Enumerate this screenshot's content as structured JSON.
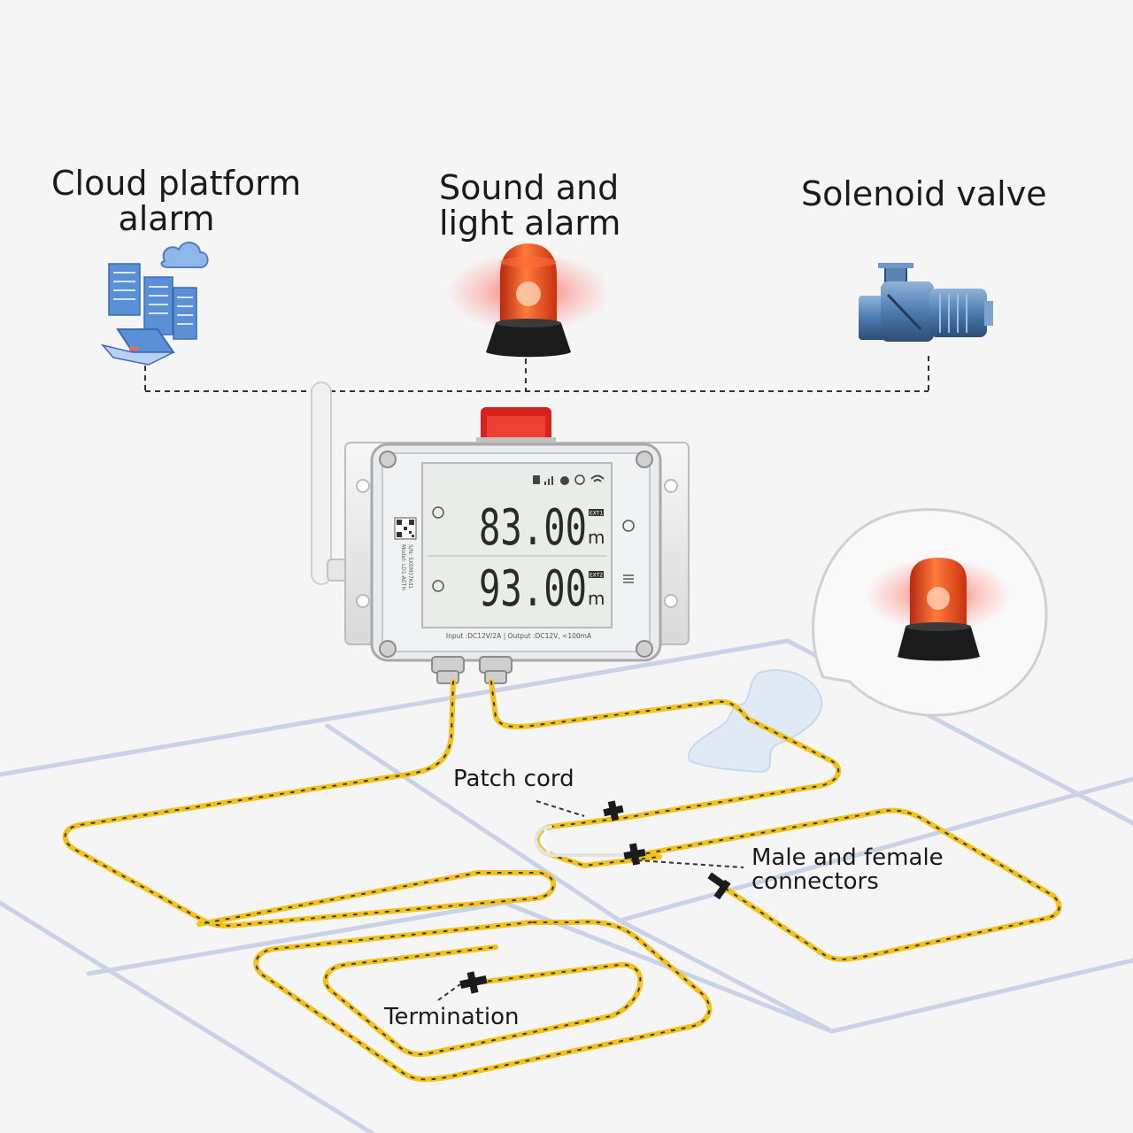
{
  "top_labels": {
    "cloud_line1": "Cloud platform",
    "cloud_line2": "alarm",
    "sound_line1": "Sound and",
    "sound_line2": "light alarm",
    "valve": "Solenoid valve"
  },
  "cable_labels": {
    "patch_cord": "Patch cord",
    "connectors_line1": "Male and female",
    "connectors_line2": "connectors",
    "termination": "Termination"
  },
  "device": {
    "reading_1": "83.00",
    "reading_2": "93.00",
    "unit": "m",
    "ext1": "EXT1",
    "ext2": "EXT2",
    "model": "Model: LD1-AETH",
    "serial": "S/N: 5XEM37Kd1",
    "power": "Input :DC12V/2A  |  Output :DC12V, <100mA"
  },
  "colors": {
    "background": "#f5f5f5",
    "cable_yellow": "#f2c21a",
    "cable_dark": "#3a3a3a",
    "floor_line": "#c9d2e6",
    "alarm_red": "#e83a1c",
    "valve_blue": "#4c7bb0",
    "server_blue": "#5b8fd6"
  }
}
